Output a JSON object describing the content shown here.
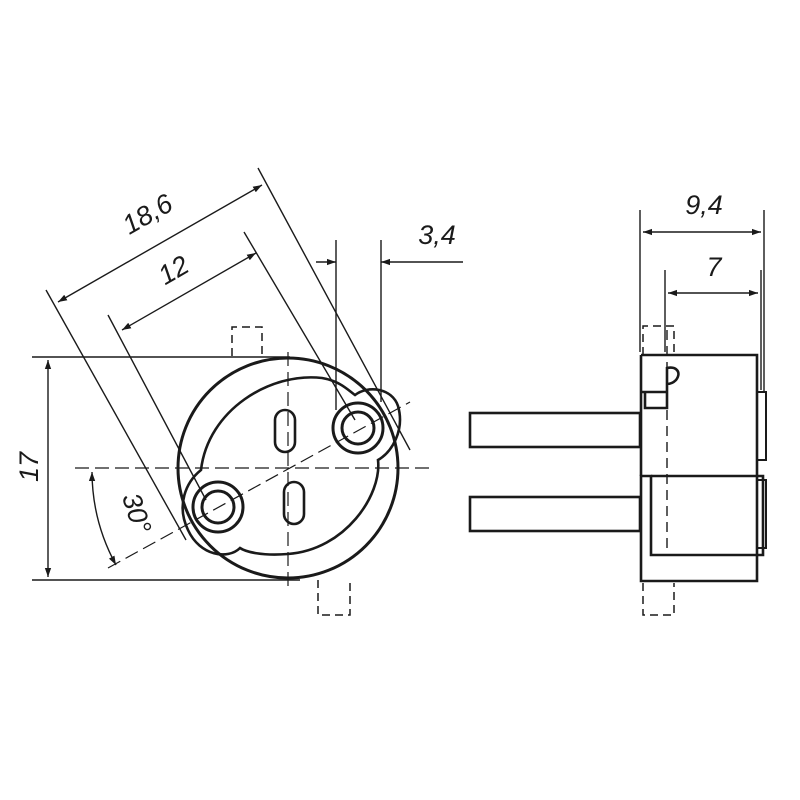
{
  "dimensions": {
    "overall_diagonal": "18,6",
    "pin_spacing": "12",
    "pin_offset": "3,4",
    "height": "17",
    "angle": "30°",
    "side_depth": "9,4",
    "side_body_depth": "7"
  },
  "colors": {
    "ink": "#1a1a1a",
    "background": "#ffffff"
  }
}
